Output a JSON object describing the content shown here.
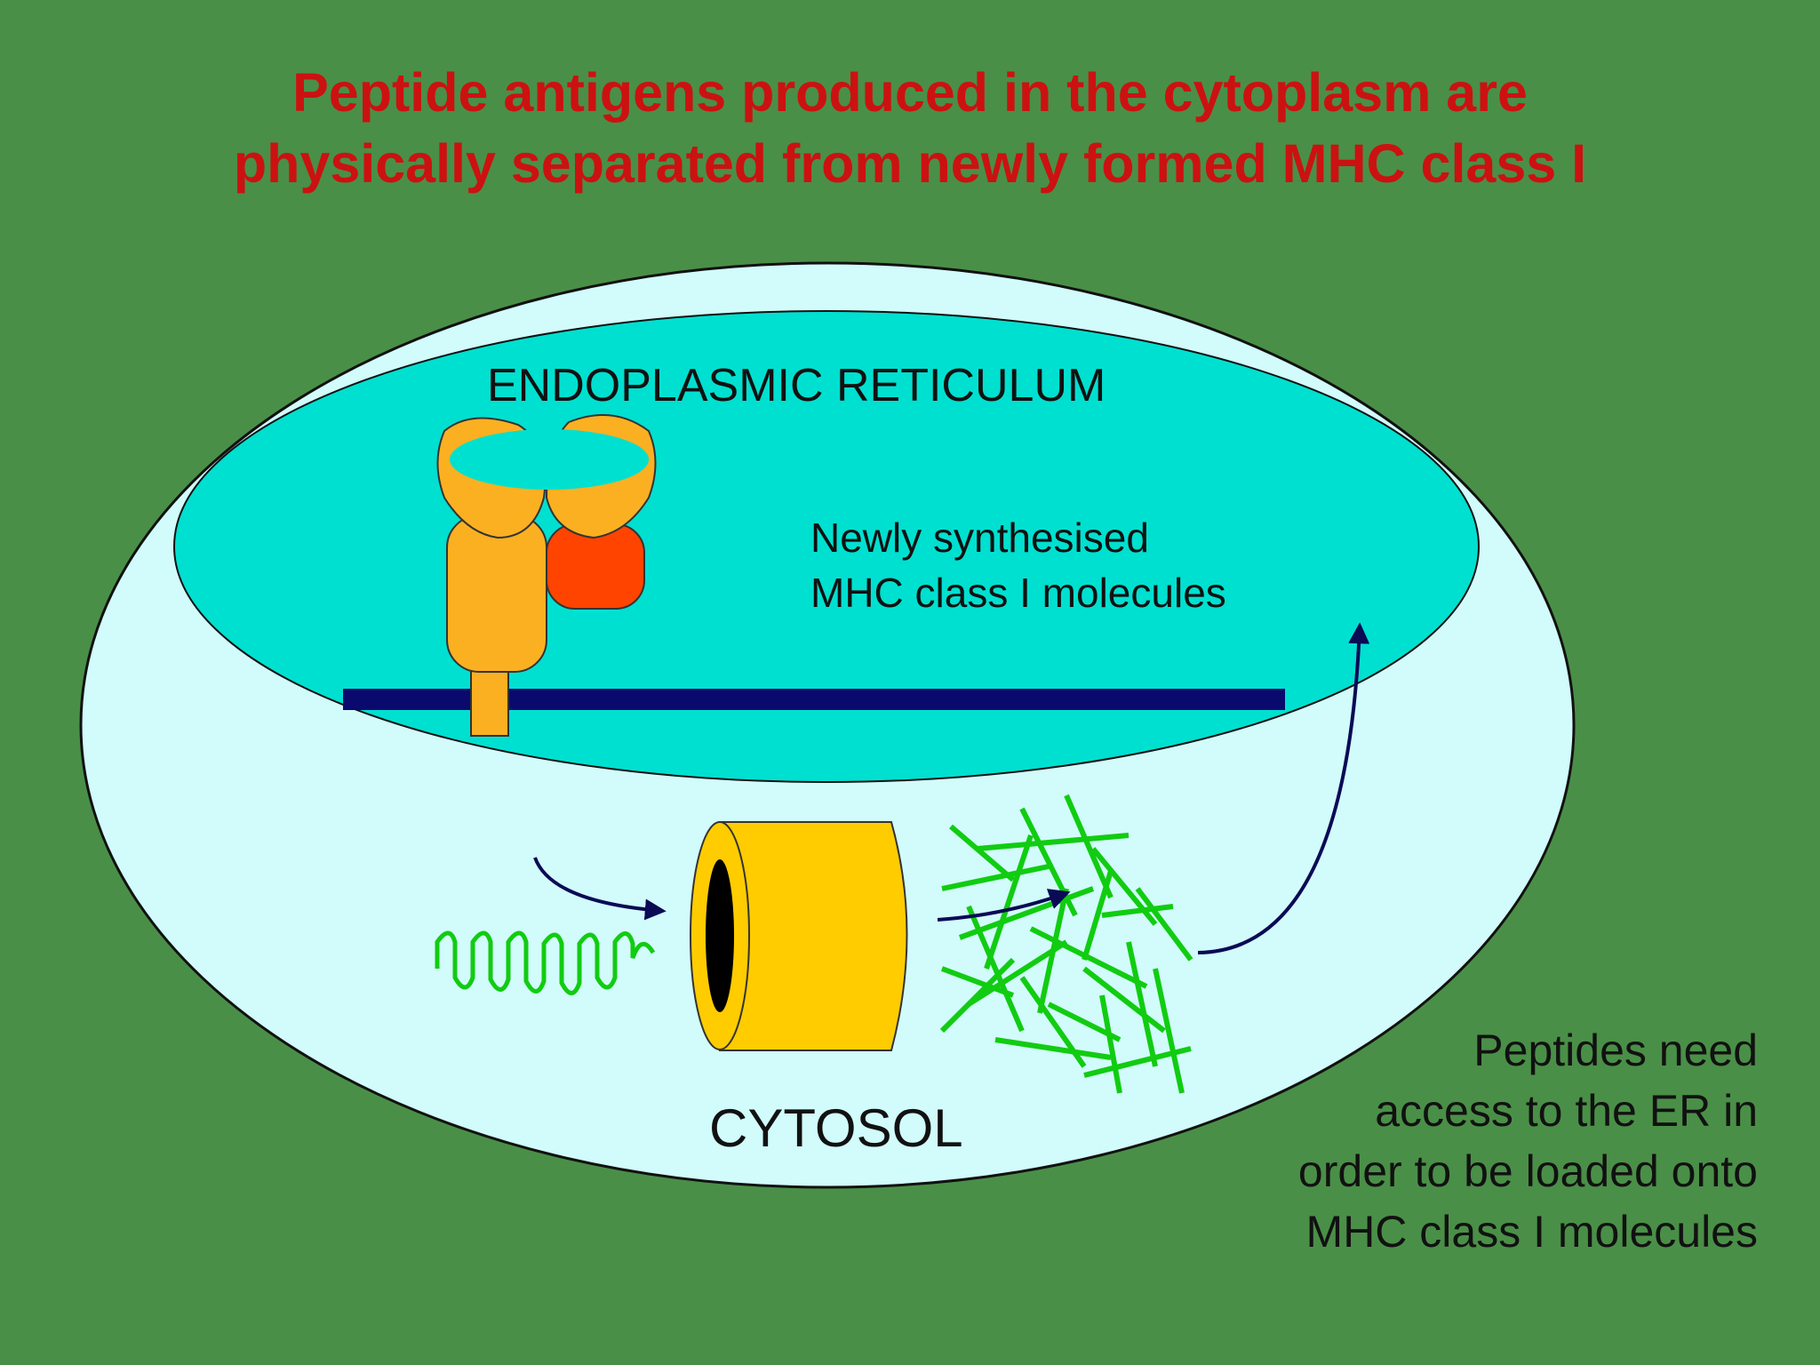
{
  "title": {
    "line1": "Peptide antigens produced in the cytoplasm are",
    "line2": "physically separated from newly formed MHC class I"
  },
  "labels": {
    "er": "ENDOPLASMIC RETICULUM",
    "mhc_line1": "Newly synthesised",
    "mhc_line2": "MHC class I molecules",
    "cytosol": "CYTOSOL"
  },
  "note": {
    "line1": "Peptides need",
    "line2": "access to the ER in",
    "line3": "order to be loaded onto",
    "line4": "MHC class I molecules"
  },
  "colors": {
    "background": "#4a8f47",
    "title": "#cc1111",
    "cell": "#d2fbfb",
    "er": "#00e0d0",
    "membrane": "#0a0a6e",
    "mhc_heavy_chain": "#fbb022",
    "beta2m": "#ff4400",
    "proteasome": "#ffcc00",
    "peptide": "#11cc11",
    "arrow": "#0a0a55"
  }
}
